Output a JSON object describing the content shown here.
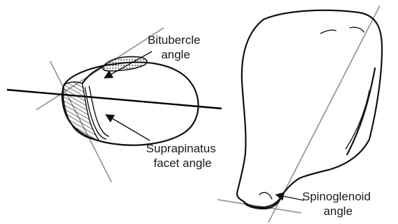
{
  "labels": {
    "bitubercle": [
      "Bitubercle",
      "angle"
    ],
    "suprapinatus": [
      "Suprapinatus",
      "facet angle"
    ],
    "spinoglenoid": [
      "Spinoglenoid",
      "angle"
    ]
  },
  "colors": {
    "outline": "#111111",
    "reference_line": "#9a9a9a",
    "axis_line": "#000000",
    "background": "#ffffff"
  }
}
